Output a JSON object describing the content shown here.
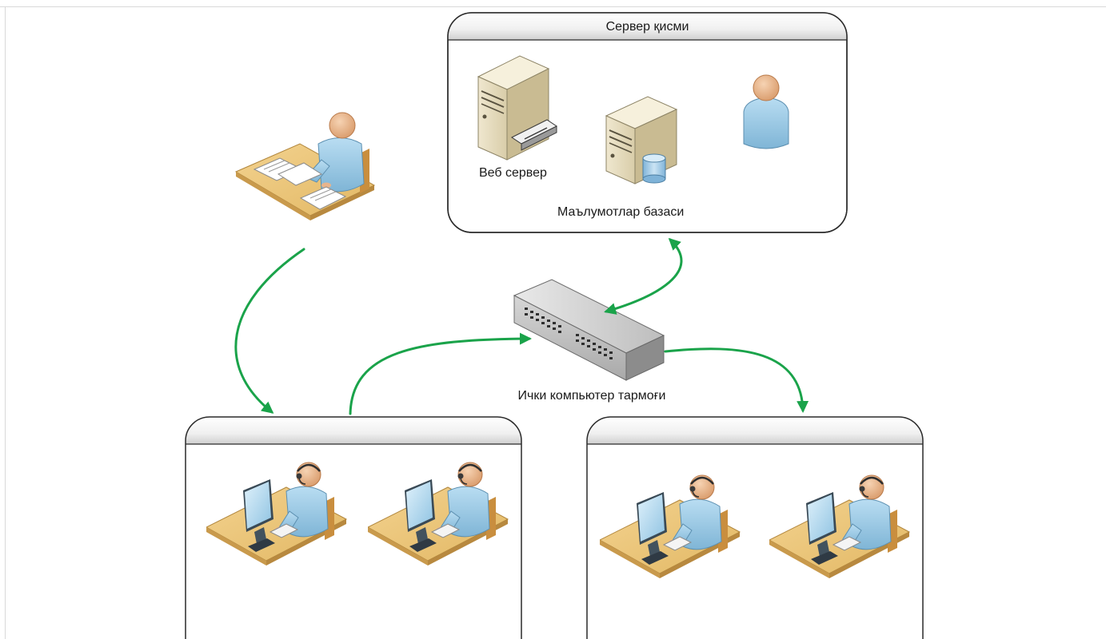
{
  "diagram": {
    "server_section": {
      "title": "Сервер қисми",
      "web_server_label": "Веб сервер",
      "database_label": "Маълумотлар базаси"
    },
    "network_label": "Ички компьютер тармоғи",
    "arrow_color": "#1aa34a",
    "icons": [
      "manager-at-desk-icon",
      "web-server-icon",
      "database-server-icon",
      "admin-user-icon",
      "network-switch-icon",
      "operator-workstation-icon"
    ]
  }
}
